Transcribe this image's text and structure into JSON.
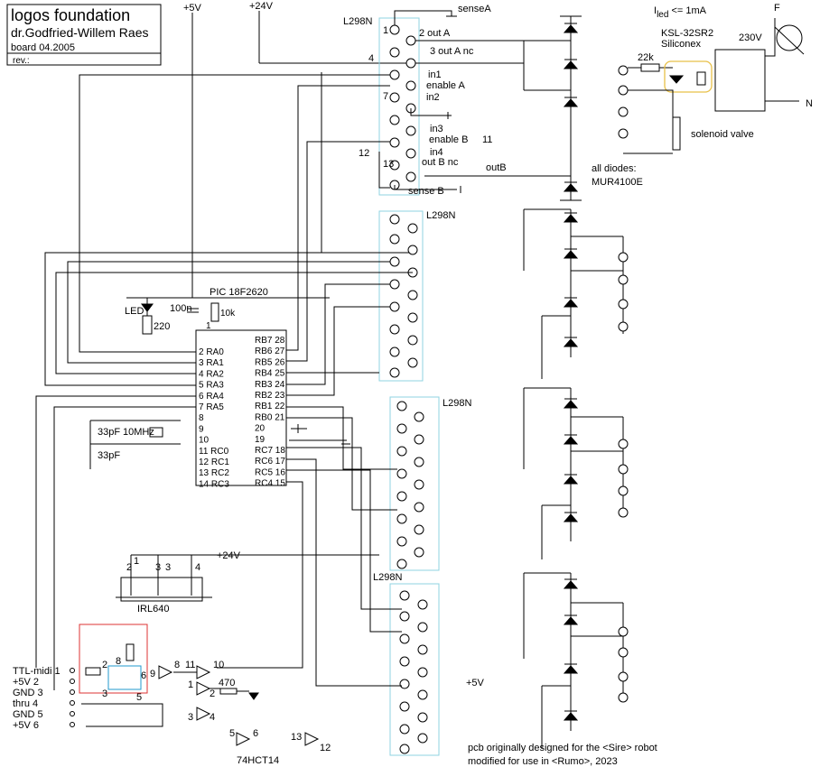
{
  "title_block": {
    "org": "logos foundation",
    "author": "dr.Godfried-Willem Raes",
    "board": "board 04.2005",
    "rev": "rev.:"
  },
  "supplies": {
    "v5": "+5V",
    "v24": "+24V",
    "v24b": "+24V",
    "v5b": "+5V",
    "ac": "230V",
    "phase": "F",
    "neutral": "N"
  },
  "l298": {
    "name": "L298N",
    "pins": {
      "p1": "1",
      "p2": "2 out A",
      "p3": "3 out A nc",
      "p4": "4",
      "in1": "in1",
      "enA": "enable A",
      "p7": "7",
      "in2": "in2",
      "in3": "in3",
      "enB": "enable B",
      "p11": "11",
      "in4": "in4",
      "p12": "12",
      "p13": "13",
      "outBnc": "out B nc",
      "outB": "outB",
      "senseA": "senseA",
      "senseB": "sense B"
    }
  },
  "annotations": {
    "iled_i": "I",
    "iled_sub": "led",
    "iled_rest": " <= 1mA",
    "ssr": "KSL-32SR2",
    "ssr_maker": "Siliconex",
    "r22k": "22k",
    "solenoid": "solenoid valve",
    "diodes1": "all diodes:",
    "diodes2": "MUR4100E"
  },
  "pic": {
    "name": "PIC 18F2620",
    "left_pins": [
      "2 RA0",
      "3 RA1",
      "4 RA2",
      "5 RA3",
      "6 RA4",
      "7 RA5",
      "8",
      "9",
      "10",
      "11 RC0",
      "12 RC1",
      "13 RC2",
      "14 RC3"
    ],
    "right_pins": [
      "RB7 28",
      "RB6 27",
      "RB5 26",
      "RB4 25",
      "RB3 24",
      "RB2 23",
      "RB1 22",
      "RB0 21",
      "20",
      "19",
      "RC7 18",
      "RC6 17",
      "RC5 16",
      "RC4 15"
    ],
    "pin1": "1"
  },
  "passives": {
    "led": "LED",
    "c100n": "100n",
    "r10k": "10k",
    "r220": "220",
    "c33a": "33pF",
    "xtal": "10MHz",
    "c33b": "33pF",
    "r470": "470",
    "irl": "IRL640"
  },
  "midi": {
    "rows": [
      "TTL-midi 1",
      "+5V 2",
      "GND 3",
      "thru 4",
      "GND 5",
      "+5V 6"
    ],
    "opto_pins": [
      "8",
      "2",
      "3",
      "6",
      "5"
    ]
  },
  "logic": {
    "chip": "74HCT14",
    "pins": [
      "9",
      "8",
      "11",
      "10",
      "1",
      "2",
      "3",
      "4",
      "5",
      "6",
      "13",
      "12"
    ]
  },
  "mosfet_pins": [
    "2",
    "1",
    "3",
    "3",
    "4"
  ],
  "footnote": {
    "line1": "pcb originally designed for the <Sire> robot",
    "line2": "modified for use in <Rumo>, 2023"
  }
}
